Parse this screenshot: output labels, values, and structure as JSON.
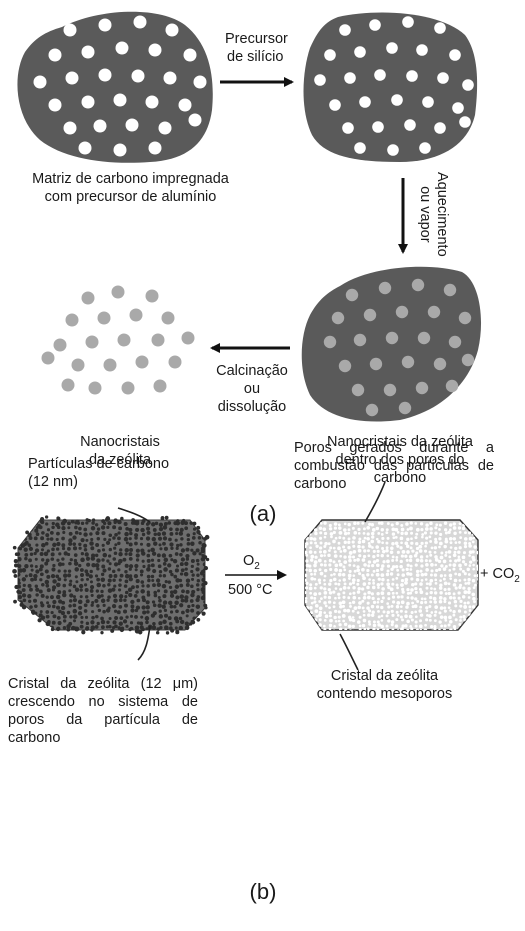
{
  "panel_a": {
    "matrix_label": "Matriz de carbono impregnada com precursor de alumínio",
    "arrow_silicon": {
      "line1": "Precursor",
      "line2": "de silício"
    },
    "arrow_heating": {
      "line1": "Aquecimento",
      "line2": "ou vapor"
    },
    "arrow_calcination": {
      "line1": "Calcinação",
      "line2": "ou",
      "line3": "dissolução"
    },
    "nanocrystals_label": {
      "line1": "Nanocristais",
      "line2": "da zeólita"
    },
    "nanocrystals_in_pores_label": {
      "line1": "Nanocristais da zeólita",
      "line2": "dentro dos poros do",
      "line3": "carbono"
    },
    "caption": "(a)"
  },
  "panel_b": {
    "carbon_particles_label": {
      "line1": "Partículas de carbono",
      "line2": "(12 nm)"
    },
    "zeolite_crystal_label": "Cristal da zeólita (12 μm) crescendo no sistema de poros da partícula de carbono",
    "reaction_gas": {
      "base": "O",
      "sub": "2"
    },
    "reaction_temperature": "500 °C",
    "pores_label": "Poros gerados durante a combustão das partículas de carbono",
    "product_label": {
      "line1": "Cristal da zeólita",
      "line2": "contendo mesoporos"
    },
    "co2": {
      "base": "+ CO",
      "sub": "2"
    },
    "caption": "(b)"
  },
  "colors": {
    "carbon": "#5a5a5a",
    "pore": "#ffffff",
    "zeolite": "#a9a9a9",
    "arrow": "#111111",
    "dense_crystal": "#6e6e6e",
    "mesoporous_crystal": "#d8d8d8"
  }
}
